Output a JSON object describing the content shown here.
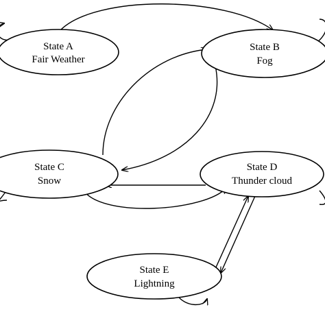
{
  "diagram": {
    "type": "state-transition",
    "colors": {
      "stroke": "#000000",
      "fill": "#ffffff",
      "background": "#ffffff"
    },
    "nodes": [
      {
        "id": "A",
        "line1": "State A",
        "line2": "Fair Weather"
      },
      {
        "id": "B",
        "line1": "State B",
        "line2": "Fog"
      },
      {
        "id": "C",
        "line1": "State C",
        "line2": "Snow"
      },
      {
        "id": "D",
        "line1": "State D",
        "line2": "Thunder cloud"
      },
      {
        "id": "E",
        "line1": "State E",
        "line2": "Lightning"
      }
    ],
    "edges": [
      {
        "from": "A",
        "to": "A"
      },
      {
        "from": "A",
        "to": "B"
      },
      {
        "from": "B",
        "to": "B"
      },
      {
        "from": "C",
        "to": "B"
      },
      {
        "from": "B",
        "to": "C"
      },
      {
        "from": "C",
        "to": "C"
      },
      {
        "from": "D",
        "to": "C"
      },
      {
        "from": "C",
        "to": "D"
      },
      {
        "from": "D",
        "to": "D"
      },
      {
        "from": "D",
        "to": "E"
      },
      {
        "from": "E",
        "to": "D"
      },
      {
        "from": "E",
        "to": "E"
      }
    ]
  }
}
